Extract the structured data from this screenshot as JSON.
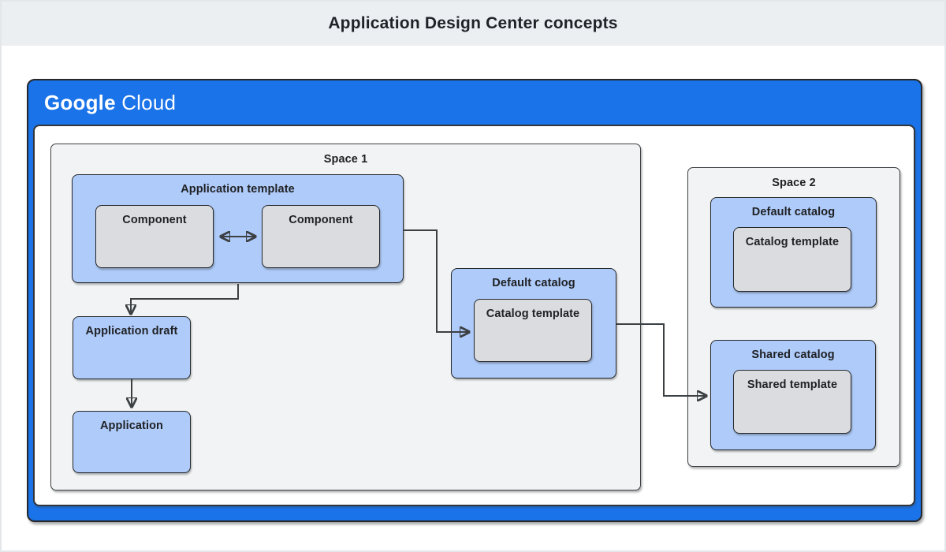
{
  "header": {
    "title": "Application Design Center concepts"
  },
  "brand": {
    "name": "Google Cloud",
    "google": "Google",
    "cloud": "Cloud"
  },
  "spaces": {
    "space1": {
      "label": "Space 1"
    },
    "space2": {
      "label": "Space 2"
    }
  },
  "nodes": {
    "application_template": {
      "label": "Application template"
    },
    "component_left": {
      "label": "Component"
    },
    "component_right": {
      "label": "Component"
    },
    "application_draft": {
      "label": "Application draft"
    },
    "application": {
      "label": "Application"
    },
    "space1_default_catalog": {
      "label": "Default catalog"
    },
    "space1_catalog_template": {
      "label": "Catalog template"
    },
    "space2_default_catalog": {
      "label": "Default catalog"
    },
    "space2_catalog_template": {
      "label": "Catalog template"
    },
    "shared_catalog": {
      "label": "Shared catalog"
    },
    "shared_template": {
      "label": "Shared template"
    }
  },
  "connectors": [
    {
      "from": "component_left",
      "to": "component_right",
      "type": "bidirectional-arrow"
    },
    {
      "from": "application_template",
      "to": "application_draft",
      "type": "arrow"
    },
    {
      "from": "application_draft",
      "to": "application",
      "type": "arrow"
    },
    {
      "from": "application_template",
      "to": "space1_catalog_template",
      "type": "arrow"
    },
    {
      "from": "space1_default_catalog",
      "to": "shared_catalog",
      "type": "arrow"
    }
  ],
  "colors": {
    "brand_blue": "#1a73e8",
    "node_blue": "#aecbfa",
    "node_gray": "#dadce0",
    "space_gray": "#f1f3f4",
    "band_gray": "#eceff1",
    "border_dark": "#26282b",
    "connector": "#3c4043",
    "text": "#202124",
    "logo_text": "#ffffff"
  }
}
